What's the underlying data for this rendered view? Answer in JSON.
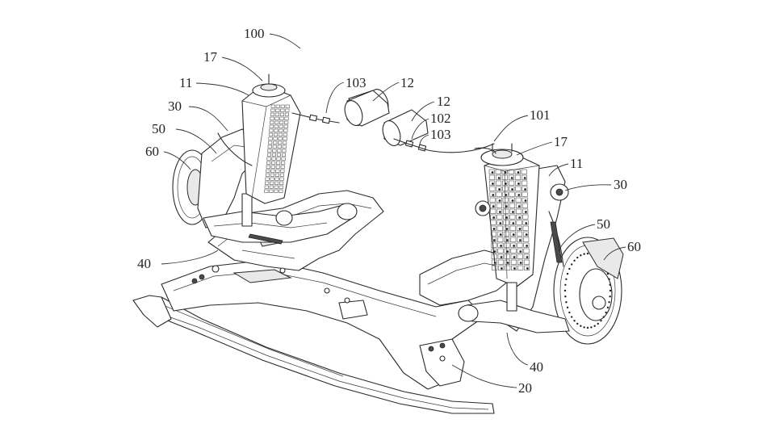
{
  "figure": {
    "type": "patent-line-drawing",
    "subject": "vehicle front suspension assembly with air springs",
    "labels": [
      {
        "id": "100",
        "text": "100",
        "refers_to": "suspension-system-overall"
      },
      {
        "id": "17-left",
        "text": "17",
        "refers_to": "top-mount-left"
      },
      {
        "id": "11-left",
        "text": "11",
        "refers_to": "shock-absorber-left"
      },
      {
        "id": "30-left",
        "text": "30",
        "refers_to": "knuckle-arm-left"
      },
      {
        "id": "50-left",
        "text": "50",
        "refers_to": "brake-line-left"
      },
      {
        "id": "60-left",
        "text": "60",
        "refers_to": "brake-disc-left"
      },
      {
        "id": "103-left",
        "text": "103",
        "refers_to": "connector-left"
      },
      {
        "id": "12-left",
        "text": "12",
        "refers_to": "air-reservoir-left"
      },
      {
        "id": "12-right",
        "text": "12",
        "refers_to": "air-reservoir-right"
      },
      {
        "id": "102",
        "text": "102",
        "refers_to": "valve"
      },
      {
        "id": "103-right",
        "text": "103",
        "refers_to": "connector-right"
      },
      {
        "id": "101",
        "text": "101",
        "refers_to": "air-line"
      },
      {
        "id": "17-right",
        "text": "17",
        "refers_to": "top-mount-right"
      },
      {
        "id": "11-right",
        "text": "11",
        "refers_to": "shock-absorber-right"
      },
      {
        "id": "30-right",
        "text": "30",
        "refers_to": "knuckle-arm-right"
      },
      {
        "id": "50-right",
        "text": "50",
        "refers_to": "brake-line-right"
      },
      {
        "id": "60-right",
        "text": "60",
        "refers_to": "brake-disc-right"
      },
      {
        "id": "40-left",
        "text": "40",
        "refers_to": "lower-control-arm-left"
      },
      {
        "id": "40-right",
        "text": "40",
        "refers_to": "lower-control-arm-right"
      },
      {
        "id": "20",
        "text": "20",
        "refers_to": "subframe"
      }
    ]
  }
}
